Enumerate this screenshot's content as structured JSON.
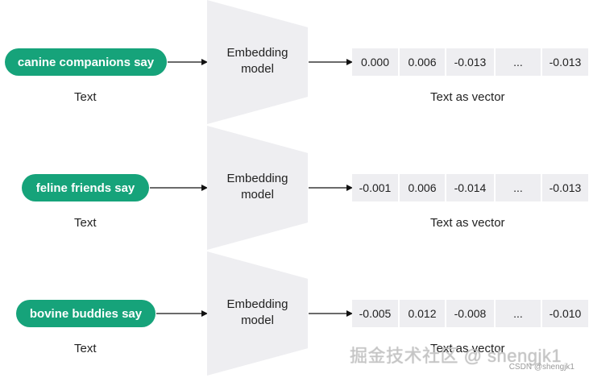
{
  "rows": [
    {
      "input_text": "canine companions say",
      "input_caption": "Text",
      "model_label_line1": "Embedding",
      "model_label_line2": "model",
      "vector_caption": "Text as vector",
      "vector": [
        "0.000",
        "0.006",
        "-0.013",
        "...",
        "-0.013"
      ]
    },
    {
      "input_text": "feline friends say",
      "input_caption": "Text",
      "model_label_line1": "Embedding",
      "model_label_line2": "model",
      "vector_caption": "Text as vector",
      "vector": [
        "-0.001",
        "0.006",
        "-0.014",
        "...",
        "-0.013"
      ]
    },
    {
      "input_text": "bovine buddies say",
      "input_caption": "Text",
      "model_label_line1": "Embedding",
      "model_label_line2": "model",
      "vector_caption": "Text as vector",
      "vector": [
        "-0.005",
        "0.012",
        "-0.008",
        "...",
        "-0.010"
      ]
    }
  ],
  "watermark": "掘金技术社区 @ shengjk1",
  "watermark_sub": "CSDN @shengjk1",
  "colors": {
    "pill": "#16a37a",
    "box": "#eeeef1"
  }
}
